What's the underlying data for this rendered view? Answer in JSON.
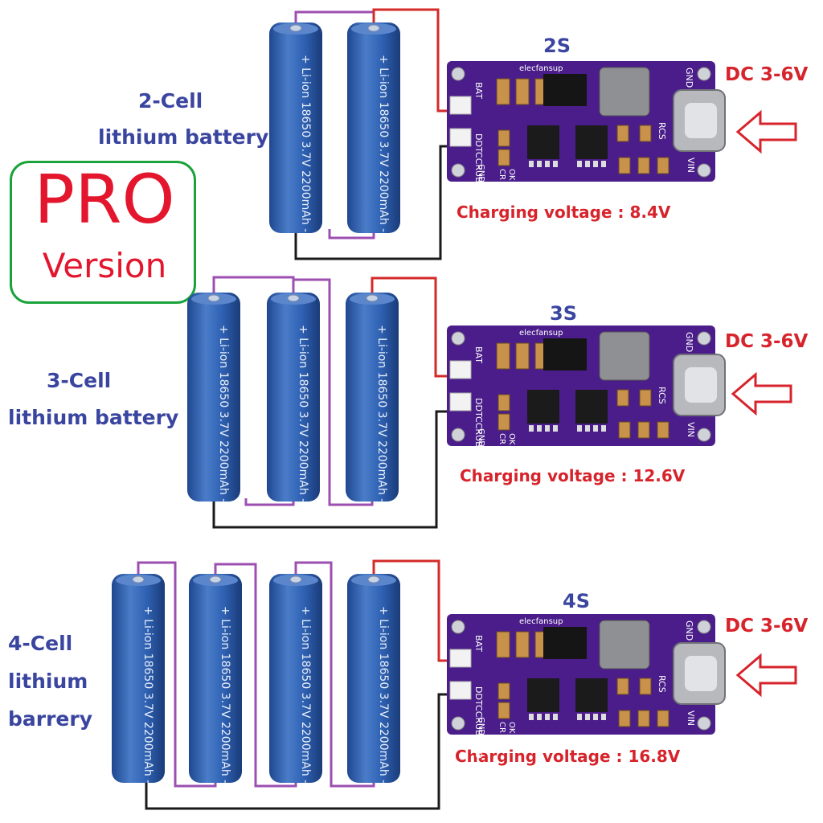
{
  "pro_badge": {
    "line1": "PRO",
    "line2": "Version"
  },
  "battery": {
    "text": "+ Li-ion 18650 3.7V 2200mAh -"
  },
  "board": {
    "silk_top": "elecfansup",
    "silk_bat": "BAT",
    "silk_gnd_left": "GND",
    "silk_model": "DDTCCRUB_PRO",
    "silk_gnd_right": "GND",
    "silk_rcs": "RCS",
    "silk_vin": "VIN",
    "silk_ok": "OK",
    "silk_cr": "CR"
  },
  "configs": [
    {
      "series": "2S",
      "cell_label": [
        "2-Cell",
        "lithium battery"
      ],
      "input": "DC 3-6V",
      "charging": "Charging voltage : 8.4V"
    },
    {
      "series": "3S",
      "cell_label": [
        "3-Cell",
        "lithium battery"
      ],
      "input": "DC 3-6V",
      "charging": "Charging voltage : 12.6V"
    },
    {
      "series": "4S",
      "cell_label": [
        "4-Cell",
        "lithium",
        "barrery"
      ],
      "input": "DC 3-6V",
      "charging": "Charging voltage : 16.8V"
    }
  ],
  "colors": {
    "battery": "#2e5fae",
    "battery_dark": "#1c3e7c",
    "pcb": "#4a1d8a",
    "wire_positive": "#d42a2a",
    "wire_series": "#9c4fb0",
    "wire_negative": "#1a1a1a",
    "label_blue": "#3a45a0",
    "label_red": "#d7232b",
    "pro_border": "#1aa33a"
  }
}
